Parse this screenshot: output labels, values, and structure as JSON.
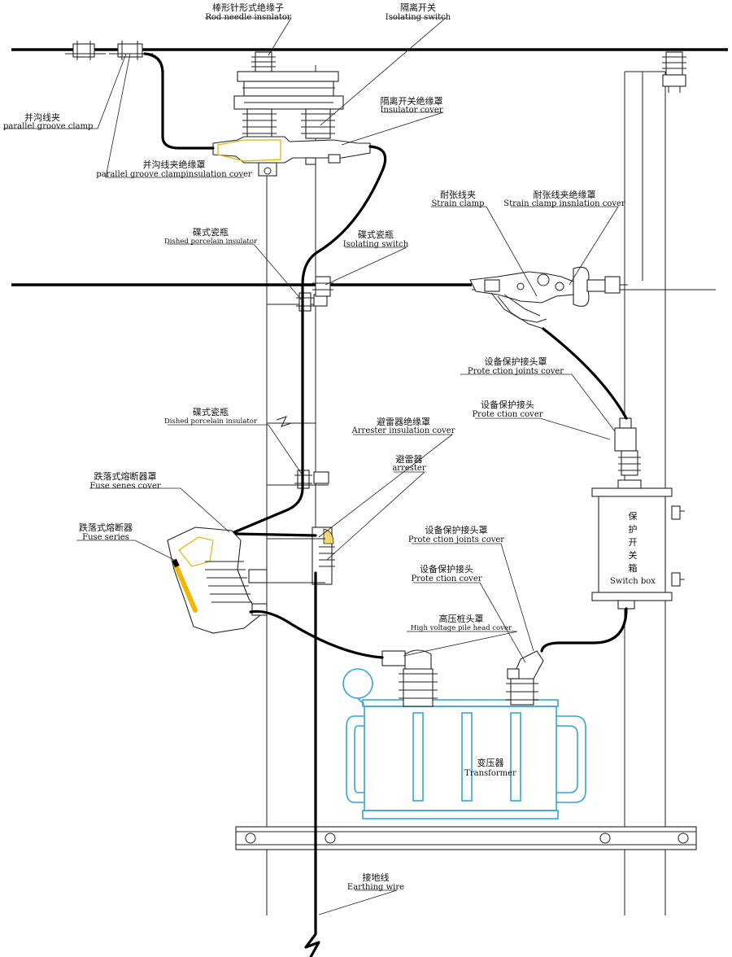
{
  "labels": {
    "rod_needle_insulator": {
      "zh": "棒形针形式绝缘子",
      "en": "Rod needle  insnlator"
    },
    "isolating_switch_top": {
      "zh": "隔离开关",
      "en": "Isolating switch"
    },
    "insulator_cover": {
      "zh": "隔离开关绝缘罩",
      "en": "Insulator cover"
    },
    "parallel_groove_clamp": {
      "zh": "并沟线夹",
      "en": "parallel groove clamp"
    },
    "parallel_groove_clamp_cover": {
      "zh": "并沟线夹绝缘罩",
      "en": "parallel groove clampinsulation cover"
    },
    "strain_clamp": {
      "zh": "耐张线夹",
      "en": "Strain clamp"
    },
    "strain_clamp_cover": {
      "zh": "耐张线夹绝缘罩",
      "en": "Strain clamp insnlation cover"
    },
    "dished_insulator_1": {
      "zh": "碟式瓷瓶",
      "en": "Dished porcelain insulator"
    },
    "isolating_switch_mid": {
      "zh": "碟式瓷瓶",
      "en": "Isolating switch"
    },
    "protection_joints_cover_1": {
      "zh": "设备保护接头罩",
      "en": "Prote ction joints cover"
    },
    "protection_cover_1": {
      "zh": "设备保护接头",
      "en": "Prote ction cover"
    },
    "dished_insulator_2": {
      "zh": "碟式瓷瓶",
      "en": "Dished porcelain insulator"
    },
    "arrester_insulation_cover": {
      "zh": "避雷器绝缘罩",
      "en": "Arrester insulation cover"
    },
    "arrester": {
      "zh": "避雷器",
      "en": "arrester"
    },
    "fuse_senes_cover": {
      "zh": "跌落式熔断器罩",
      "en": "Fuse senes cover"
    },
    "fuse_series": {
      "zh": "跌落式熔断器",
      "en": "Fuse series"
    },
    "switch_box": {
      "zh_chars": [
        "保",
        "护",
        "开",
        "关",
        "箱"
      ],
      "en": "Switch box"
    },
    "protection_joints_cover_2": {
      "zh": "设备保护接头罩",
      "en": "Prote ction joints cover"
    },
    "protection_cover_2": {
      "zh": "设备保护接头",
      "en": "Prote ction cover"
    },
    "hv_pile_head_cover": {
      "zh": "高压桩头罩",
      "en": "High voltage pile head cover"
    },
    "transformer": {
      "zh": "变压器",
      "en": "Transformer"
    },
    "earthing_wire": {
      "zh": "接地线",
      "en": "Earthing wire"
    }
  },
  "colors": {
    "transformer_outline": "#36a6cf",
    "fuse_highlight": "#f2b705",
    "wire": "#000000"
  }
}
